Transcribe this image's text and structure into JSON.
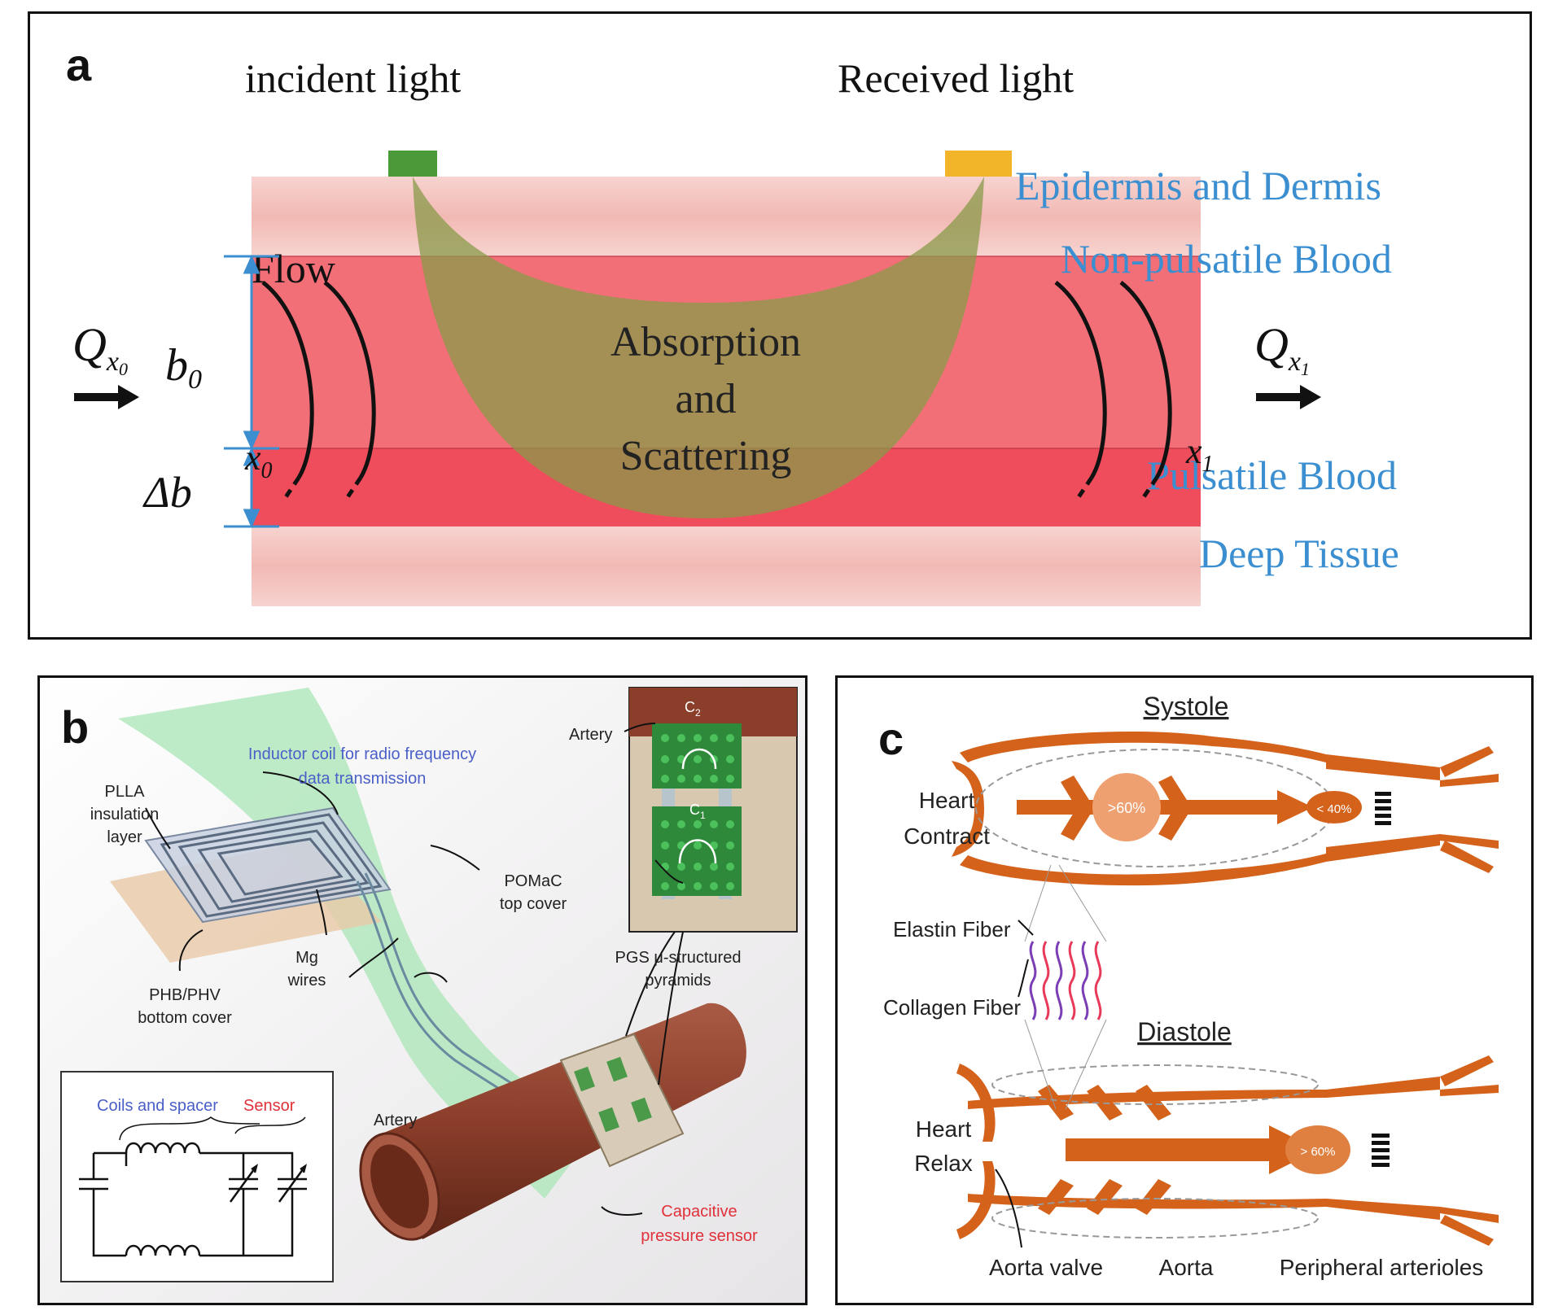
{
  "panel_a": {
    "letter": "a",
    "incident_label": "incident light",
    "received_label": "Received light",
    "layers": [
      "Epidermis and Dermis",
      "Non-pulsatile Blood",
      "Pulsatile Blood",
      "Deep Tissue"
    ],
    "flow_label": "Flow",
    "center_label": [
      "Absorption",
      "and",
      "Scattering"
    ],
    "q_in": "Q",
    "q_in_sub": "x",
    "q_in_subsub": "0",
    "q_out": "Q",
    "q_out_sub": "x",
    "q_out_subsub": "1",
    "b0": "b",
    "b0_sub": "0",
    "delta_b": "Δb",
    "x0": "x",
    "x0_sub": "0",
    "x1": "x",
    "x1_sub": "1",
    "colors": {
      "layer_label": "#3b8fd0",
      "tissue": "#f4c7c3",
      "blood": "#f46a75",
      "pulsatile": "#f04a5a",
      "path": "#8fae5a"
    }
  },
  "panel_b": {
    "letter": "b",
    "inductor_label": [
      "Inductor coil for radio frequency",
      "data transmission"
    ],
    "plla_label": [
      "PLLA",
      "insulation",
      "layer"
    ],
    "phb_label": [
      "PHB/PHV",
      "bottom cover"
    ],
    "mg_label": [
      "Mg",
      "wires"
    ],
    "pomac_label": [
      "POMaC",
      "top cover"
    ],
    "artery_inset_label": "Artery",
    "c2": "C",
    "c2_sub": "2",
    "c1": "C",
    "c1_sub": "1",
    "pgs_label": [
      "PGS μ-structured",
      "pyramids"
    ],
    "artery_label": "Artery",
    "capacitive_label": [
      "Capacitive",
      "pressure sensor"
    ],
    "circuit_coils_label": "Coils and spacer",
    "circuit_sensor_label": "Sensor",
    "colors": {
      "blue_text": "#4a5fc7",
      "red_text": "#e0303a",
      "artery": "#8b3e2a",
      "sensor_green": "#3c9a3c"
    }
  },
  "panel_c": {
    "letter": "c",
    "systole_title": "Systole",
    "diastole_title": "Diastole",
    "heart_contract": [
      "Heart",
      "Contract"
    ],
    "heart_relax": [
      "Heart",
      "Relax"
    ],
    "systole_pct_main": ">60%",
    "systole_pct_small": "< 40%",
    "diastole_pct": "> 60%",
    "elastin_label": "Elastin Fiber",
    "collagen_label": "Collagen Fiber",
    "aorta_valve_label": "Aorta valve",
    "aorta_label": "Aorta",
    "peripheral_label": "Peripheral arterioles",
    "colors": {
      "vessel": "#d4621a",
      "fiber_purple": "#7b3fb5",
      "fiber_red": "#e83a5a"
    }
  }
}
